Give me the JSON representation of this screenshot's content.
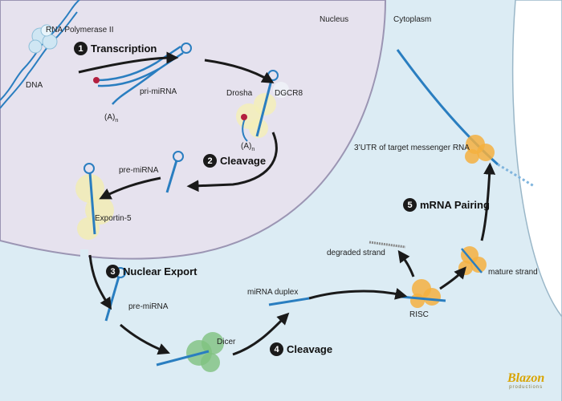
{
  "regions": {
    "nucleus": "Nucleus",
    "cytoplasm": "Cytoplasm"
  },
  "labels": {
    "rna_polymerase": "RNA Polymerase II",
    "dna": "DNA",
    "pri_mirna": "pri-miRNA",
    "poly_a_1": "(A)",
    "poly_a_1_sub": "n",
    "drosha": "Drosha",
    "dgcr8": "DGCR8",
    "poly_a_2": "(A)",
    "poly_a_2_sub": "n",
    "pre_mirna_nucleus": "pre-miRNA",
    "exportin": "Exportin-5",
    "pre_mirna_cytoplasm": "pre-miRNA",
    "dicer": "Dicer",
    "mirna_duplex": "miRNA duplex",
    "degraded_strand": "degraded strand",
    "risc": "RISC",
    "mature_strand": "mature strand",
    "target_utr": "3’UTR of target messenger RNA"
  },
  "steps": [
    {
      "number": "1",
      "label": "Transcription"
    },
    {
      "number": "2",
      "label": "Cleavage"
    },
    {
      "number": "3",
      "label": "Nuclear Export"
    },
    {
      "number": "4",
      "label": "Cleavage"
    },
    {
      "number": "5",
      "label": "mRNA Pairing"
    }
  ],
  "logo": {
    "brand": "Blazon",
    "sub": "productions"
  },
  "colors": {
    "nucleus_fill": "#e6e2ee",
    "cytoplasm_fill": "#dcecf4",
    "rna_blue": "#2a7ec0",
    "drosha_yellow": "#f3efb9",
    "exportin_yellow": "#f1ecb4",
    "dicer_green": "#7fc27f",
    "risc_orange": "#f4b040",
    "polymerase_blue": "#cfe6f3",
    "arrow": "#1a1a1a"
  }
}
